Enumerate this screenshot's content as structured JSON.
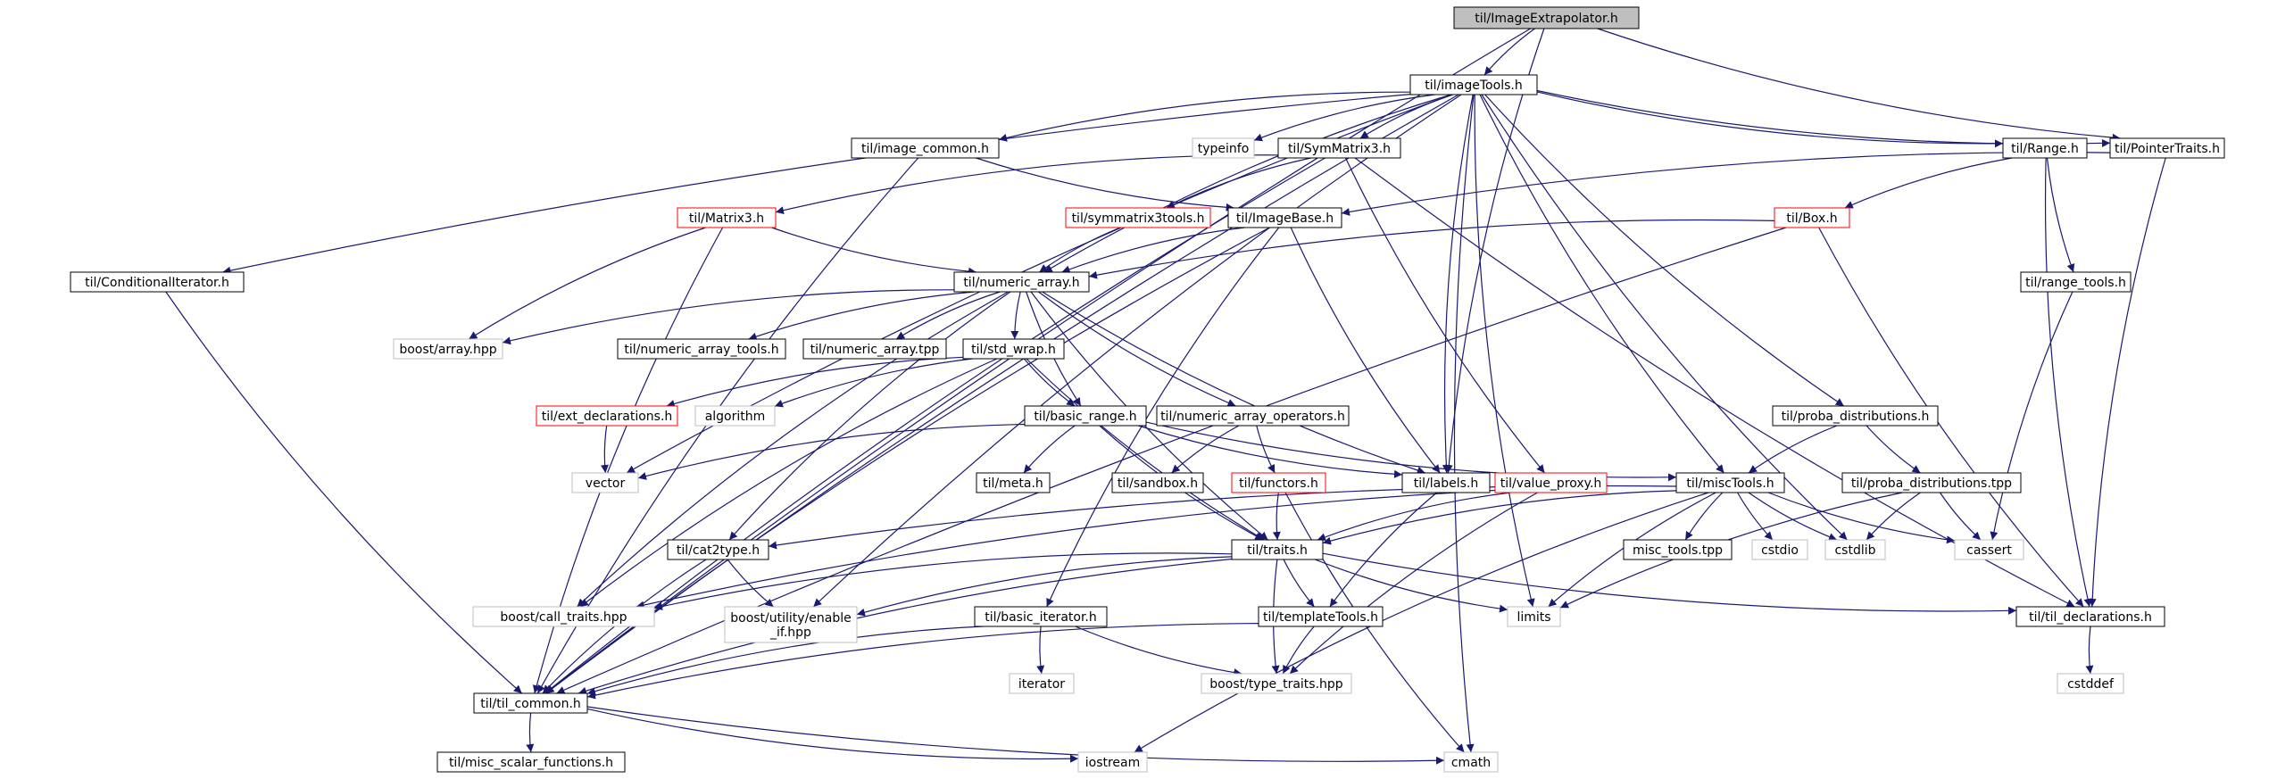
{
  "colors": {
    "edge": "#191970",
    "node_border": "#000000",
    "system_border": "#bfbfbf",
    "missing_border": "#ff0000",
    "root_fill": "#bfbfbf",
    "node_fill": "#ffffff"
  },
  "nodes": [
    {
      "id": "ImageExtrapolator",
      "label": "til/ImageExtrapolator.h",
      "style": "root"
    },
    {
      "id": "imageTools",
      "label": "til/imageTools.h",
      "style": "normal"
    },
    {
      "id": "PointerTraits",
      "label": "til/PointerTraits.h",
      "style": "normal"
    },
    {
      "id": "image_common",
      "label": "til/image_common.h",
      "style": "normal"
    },
    {
      "id": "typeinfo",
      "label": "typeinfo",
      "style": "system"
    },
    {
      "id": "SymMatrix3",
      "label": "til/SymMatrix3.h",
      "style": "normal"
    },
    {
      "id": "Range",
      "label": "til/Range.h",
      "style": "normal"
    },
    {
      "id": "Matrix3",
      "label": "til/Matrix3.h",
      "style": "missing"
    },
    {
      "id": "symmatrix3tools",
      "label": "til/symmatrix3tools.h",
      "style": "missing"
    },
    {
      "id": "ImageBase",
      "label": "til/ImageBase.h",
      "style": "normal"
    },
    {
      "id": "Box",
      "label": "til/Box.h",
      "style": "missing"
    },
    {
      "id": "ConditionalIterator",
      "label": "til/ConditionalIterator.h",
      "style": "normal"
    },
    {
      "id": "numeric_array",
      "label": "til/numeric_array.h",
      "style": "normal"
    },
    {
      "id": "range_tools",
      "label": "til/range_tools.h",
      "style": "normal"
    },
    {
      "id": "boost_array",
      "label": "boost/array.hpp",
      "style": "system"
    },
    {
      "id": "numeric_array_tools",
      "label": "til/numeric_array_tools.h",
      "style": "normal"
    },
    {
      "id": "numeric_array_tpp",
      "label": "til/numeric_array.tpp",
      "style": "normal"
    },
    {
      "id": "std_wrap",
      "label": "til/std_wrap.h",
      "style": "normal"
    },
    {
      "id": "ext_declarations",
      "label": "til/ext_declarations.h",
      "style": "missing"
    },
    {
      "id": "algorithm",
      "label": "algorithm",
      "style": "system"
    },
    {
      "id": "basic_range",
      "label": "til/basic_range.h",
      "style": "normal"
    },
    {
      "id": "numeric_array_operators",
      "label": "til/numeric_array_operators.h",
      "style": "normal"
    },
    {
      "id": "proba_distributions",
      "label": "til/proba_distributions.h",
      "style": "normal"
    },
    {
      "id": "vector",
      "label": "vector",
      "style": "system"
    },
    {
      "id": "meta",
      "label": "til/meta.h",
      "style": "normal"
    },
    {
      "id": "sandbox",
      "label": "til/sandbox.h",
      "style": "normal"
    },
    {
      "id": "functors",
      "label": "til/functors.h",
      "style": "missing"
    },
    {
      "id": "labels",
      "label": "til/labels.h",
      "style": "normal"
    },
    {
      "id": "value_proxy",
      "label": "til/value_proxy.h",
      "style": "missing"
    },
    {
      "id": "miscTools",
      "label": "til/miscTools.h",
      "style": "normal"
    },
    {
      "id": "proba_distributions_tpp",
      "label": "til/proba_distributions.tpp",
      "style": "normal"
    },
    {
      "id": "cat2type",
      "label": "til/cat2type.h",
      "style": "normal"
    },
    {
      "id": "traits",
      "label": "til/traits.h",
      "style": "normal"
    },
    {
      "id": "misc_tools_tpp",
      "label": "misc_tools.tpp",
      "style": "normal"
    },
    {
      "id": "cstdio",
      "label": "cstdio",
      "style": "system"
    },
    {
      "id": "cstdlib",
      "label": "cstdlib",
      "style": "system"
    },
    {
      "id": "cassert",
      "label": "cassert",
      "style": "system"
    },
    {
      "id": "boost_call_traits",
      "label": "boost/call_traits.hpp",
      "style": "system"
    },
    {
      "id": "boost_enable_if",
      "label": "boost/utility/enable\n_if.hpp",
      "style": "system"
    },
    {
      "id": "basic_iterator",
      "label": "til/basic_iterator.h",
      "style": "normal"
    },
    {
      "id": "templateTools",
      "label": "til/templateTools.h",
      "style": "normal"
    },
    {
      "id": "limits",
      "label": "limits",
      "style": "system"
    },
    {
      "id": "til_declarations",
      "label": "til/til_declarations.h",
      "style": "normal"
    },
    {
      "id": "iterator",
      "label": "iterator",
      "style": "system"
    },
    {
      "id": "boost_type_traits",
      "label": "boost/type_traits.hpp",
      "style": "system"
    },
    {
      "id": "cstddef",
      "label": "cstddef",
      "style": "system"
    },
    {
      "id": "til_common",
      "label": "til/til_common.h",
      "style": "normal"
    },
    {
      "id": "misc_scalar_functions",
      "label": "til/misc_scalar_functions.h",
      "style": "normal"
    },
    {
      "id": "iostream",
      "label": "iostream",
      "style": "system"
    },
    {
      "id": "cmath",
      "label": "cmath",
      "style": "system"
    }
  ],
  "edges": [
    [
      "ImageExtrapolator",
      "imageTools"
    ],
    [
      "ImageExtrapolator",
      "PointerTraits"
    ],
    [
      "ImageExtrapolator",
      "labels"
    ],
    [
      "ImageExtrapolator",
      "til_common"
    ],
    [
      "imageTools",
      "image_common"
    ],
    [
      "imageTools",
      "typeinfo"
    ],
    [
      "imageTools",
      "SymMatrix3"
    ],
    [
      "imageTools",
      "Range"
    ],
    [
      "imageTools",
      "PointerTraits"
    ],
    [
      "imageTools",
      "ConditionalIterator"
    ],
    [
      "imageTools",
      "numeric_array"
    ],
    [
      "imageTools",
      "vector"
    ],
    [
      "imageTools",
      "til_common"
    ],
    [
      "imageTools",
      "labels"
    ],
    [
      "imageTools",
      "miscTools"
    ],
    [
      "imageTools",
      "proba_distributions"
    ],
    [
      "imageTools",
      "cstdlib"
    ],
    [
      "imageTools",
      "limits"
    ],
    [
      "imageTools",
      "cmath"
    ],
    [
      "imageTools",
      "boost_enable_if"
    ],
    [
      "image_common",
      "ImageBase"
    ],
    [
      "image_common",
      "til_common"
    ],
    [
      "SymMatrix3",
      "Matrix3"
    ],
    [
      "SymMatrix3",
      "symmatrix3tools"
    ],
    [
      "SymMatrix3",
      "value_proxy"
    ],
    [
      "SymMatrix3",
      "til_declarations"
    ],
    [
      "SymMatrix3",
      "til_common"
    ],
    [
      "Range",
      "Box"
    ],
    [
      "Range",
      "range_tools"
    ],
    [
      "Range",
      "til_declarations"
    ],
    [
      "PointerTraits",
      "ImageBase"
    ],
    [
      "PointerTraits",
      "til_declarations"
    ],
    [
      "Matrix3",
      "numeric_array"
    ],
    [
      "Matrix3",
      "boost_array"
    ],
    [
      "Matrix3",
      "til_common"
    ],
    [
      "symmatrix3tools",
      "numeric_array"
    ],
    [
      "ImageBase",
      "numeric_array"
    ],
    [
      "ImageBase",
      "labels"
    ],
    [
      "ImageBase",
      "basic_iterator"
    ],
    [
      "ImageBase",
      "til_common"
    ],
    [
      "Box",
      "numeric_array"
    ],
    [
      "Box",
      "til_declarations"
    ],
    [
      "Box",
      "til_common"
    ],
    [
      "ConditionalIterator",
      "til_common"
    ],
    [
      "range_tools",
      "cassert"
    ],
    [
      "numeric_array",
      "boost_array"
    ],
    [
      "numeric_array",
      "numeric_array_tools"
    ],
    [
      "numeric_array",
      "numeric_array_tpp"
    ],
    [
      "numeric_array",
      "std_wrap"
    ],
    [
      "numeric_array",
      "basic_range"
    ],
    [
      "numeric_array",
      "numeric_array_operators"
    ],
    [
      "numeric_array",
      "labels"
    ],
    [
      "numeric_array",
      "traits"
    ],
    [
      "numeric_array",
      "cat2type"
    ],
    [
      "numeric_array",
      "boost_call_traits"
    ],
    [
      "std_wrap",
      "ext_declarations"
    ],
    [
      "std_wrap",
      "algorithm"
    ],
    [
      "std_wrap",
      "basic_range"
    ],
    [
      "std_wrap",
      "traits"
    ],
    [
      "std_wrap",
      "boost_call_traits"
    ],
    [
      "ext_declarations",
      "vector"
    ],
    [
      "basic_range",
      "vector"
    ],
    [
      "basic_range",
      "meta"
    ],
    [
      "basic_range",
      "labels"
    ],
    [
      "basic_range",
      "miscTools"
    ],
    [
      "basic_range",
      "traits"
    ],
    [
      "numeric_array_operators",
      "sandbox"
    ],
    [
      "numeric_array_operators",
      "functors"
    ],
    [
      "functors",
      "traits"
    ],
    [
      "functors",
      "cmath"
    ],
    [
      "labels",
      "templateTools"
    ],
    [
      "value_proxy",
      "traits"
    ],
    [
      "value_proxy",
      "boost_type_traits"
    ],
    [
      "value_proxy",
      "boost_call_traits"
    ],
    [
      "proba_distributions",
      "miscTools"
    ],
    [
      "proba_distributions",
      "proba_distributions_tpp"
    ],
    [
      "proba_distributions_tpp",
      "cstdlib"
    ],
    [
      "proba_distributions_tpp",
      "cassert"
    ],
    [
      "proba_distributions_tpp",
      "limits"
    ],
    [
      "miscTools",
      "cat2type"
    ],
    [
      "miscTools",
      "traits"
    ],
    [
      "miscTools",
      "misc_tools_tpp"
    ],
    [
      "miscTools",
      "cstdio"
    ],
    [
      "miscTools",
      "cstdlib"
    ],
    [
      "miscTools",
      "cassert"
    ],
    [
      "miscTools",
      "limits"
    ],
    [
      "miscTools",
      "iostream"
    ],
    [
      "cat2type",
      "boost_enable_if"
    ],
    [
      "cat2type",
      "til_common"
    ],
    [
      "traits",
      "boost_call_traits"
    ],
    [
      "traits",
      "boost_enable_if"
    ],
    [
      "traits",
      "templateTools"
    ],
    [
      "traits",
      "limits"
    ],
    [
      "traits",
      "til_declarations"
    ],
    [
      "traits",
      "boost_type_traits"
    ],
    [
      "traits",
      "til_common"
    ],
    [
      "basic_iterator",
      "iterator"
    ],
    [
      "basic_iterator",
      "boost_type_traits"
    ],
    [
      "basic_iterator",
      "til_common"
    ],
    [
      "templateTools",
      "boost_type_traits"
    ],
    [
      "templateTools",
      "til_common"
    ],
    [
      "til_declarations",
      "cstddef"
    ],
    [
      "til_common",
      "misc_scalar_functions"
    ],
    [
      "til_common",
      "iostream"
    ],
    [
      "til_common",
      "cmath"
    ]
  ]
}
